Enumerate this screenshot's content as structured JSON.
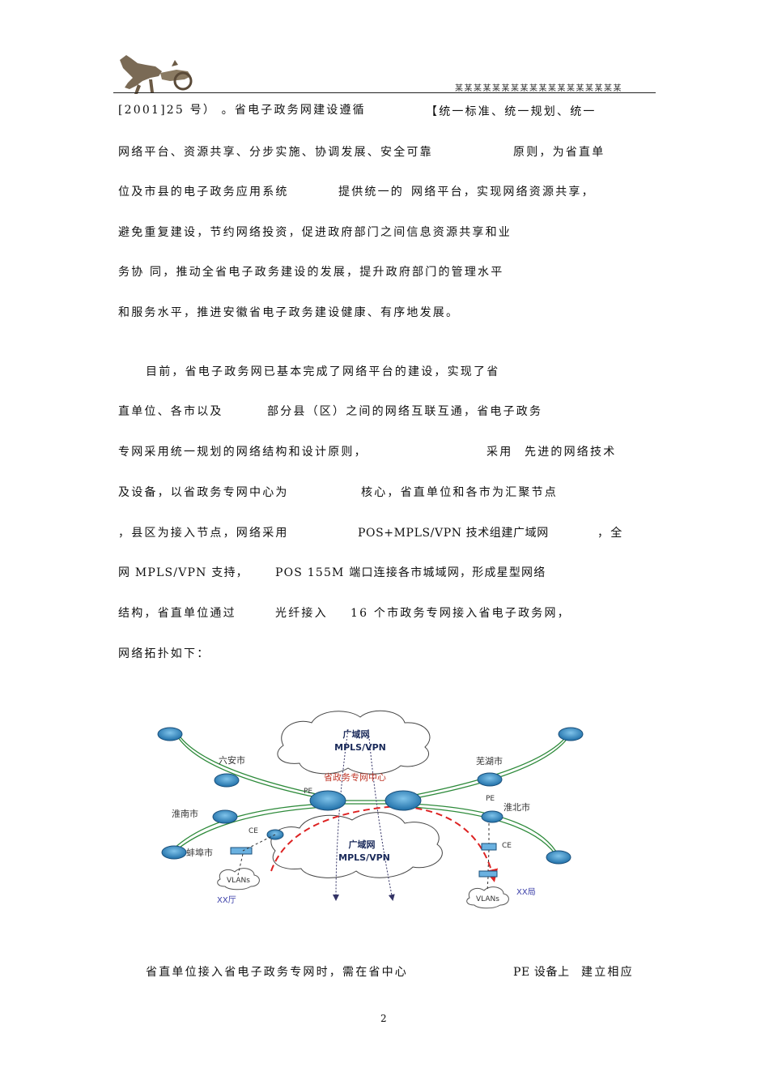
{
  "header": {
    "logo_name": "horse-chariot-logo",
    "text": "某某某某某某某某某某某某某某某某某某"
  },
  "paragraphs": [
    {
      "segments": [
        "[2001]25 号） 。省电子政务网建设遵循",
        "【统一标准、统一规划、统一"
      ]
    },
    {
      "segments": [
        "网络平台、资源共享、分步实施、协调发展、安全可靠",
        "原则，为省直单"
      ]
    },
    {
      "segments": [
        "位及市县的电子政务应用系统",
        "提供统一的",
        "网络平台，实现网络资源共享，"
      ]
    },
    {
      "segments": [
        "避免重复建设，节约网络投资，促进政府部门之间信息资源共享和业"
      ]
    },
    {
      "segments": [
        "务协 同，推动全省电子政务建设的发展，提升政府部门的管理水平"
      ]
    },
    {
      "segments": [
        "和服务水平，推进安徽省电子政务建设健康、有序地发展。"
      ]
    },
    {
      "segments": [
        "目前，省电子政务网已基本完成了网络平台的建设，实现了省"
      ]
    },
    {
      "segments": [
        "直单位、各市以及",
        "部分县（区）之间的网络互联互通，省电子政务"
      ]
    },
    {
      "segments": [
        "专网采用统一规划的网络结构和设计原则，",
        "采用",
        "先进的网络技术"
      ]
    },
    {
      "segments": [
        "及设备，以省政务专网中心为",
        "核心，省直单位和各市为汇聚节点"
      ]
    },
    {
      "segments": [
        "，县区为接入节点，网络采用",
        "POS+MPLS/VPN 技术组建广域网",
        "，全"
      ]
    },
    {
      "segments": [
        "网 MPLS/VPN 支持，",
        "POS 155M 端口连接各市城域网，形成星型网络"
      ]
    },
    {
      "segments": [
        "结构，省直单位通过",
        "光纤接入",
        "16 个市政务专网接入省电子政务网，"
      ]
    },
    {
      "segments": [
        "网络拓扑如下："
      ]
    },
    {
      "segments": [
        "省直单位接入省电子政务专网时，需在省中心",
        "PE 设备上",
        "建立相应"
      ]
    }
  ],
  "diagram": {
    "cloud_top_label_1": "广域网",
    "cloud_top_label_2": "MPLS/VPN",
    "cloud_bottom_label_1": "广域网",
    "cloud_bottom_label_2": "MPLS/VPN",
    "center_label": "省政务专网中心",
    "cities": [
      "六安市",
      "芜湖市",
      "淮南市",
      "淮北市",
      "蚌埠市"
    ],
    "pe_label": "PE",
    "ce_label": "CE",
    "vlans_label": "VLANs",
    "dept_left": "XX厅",
    "dept_right": "XX局"
  },
  "page_number": "2"
}
